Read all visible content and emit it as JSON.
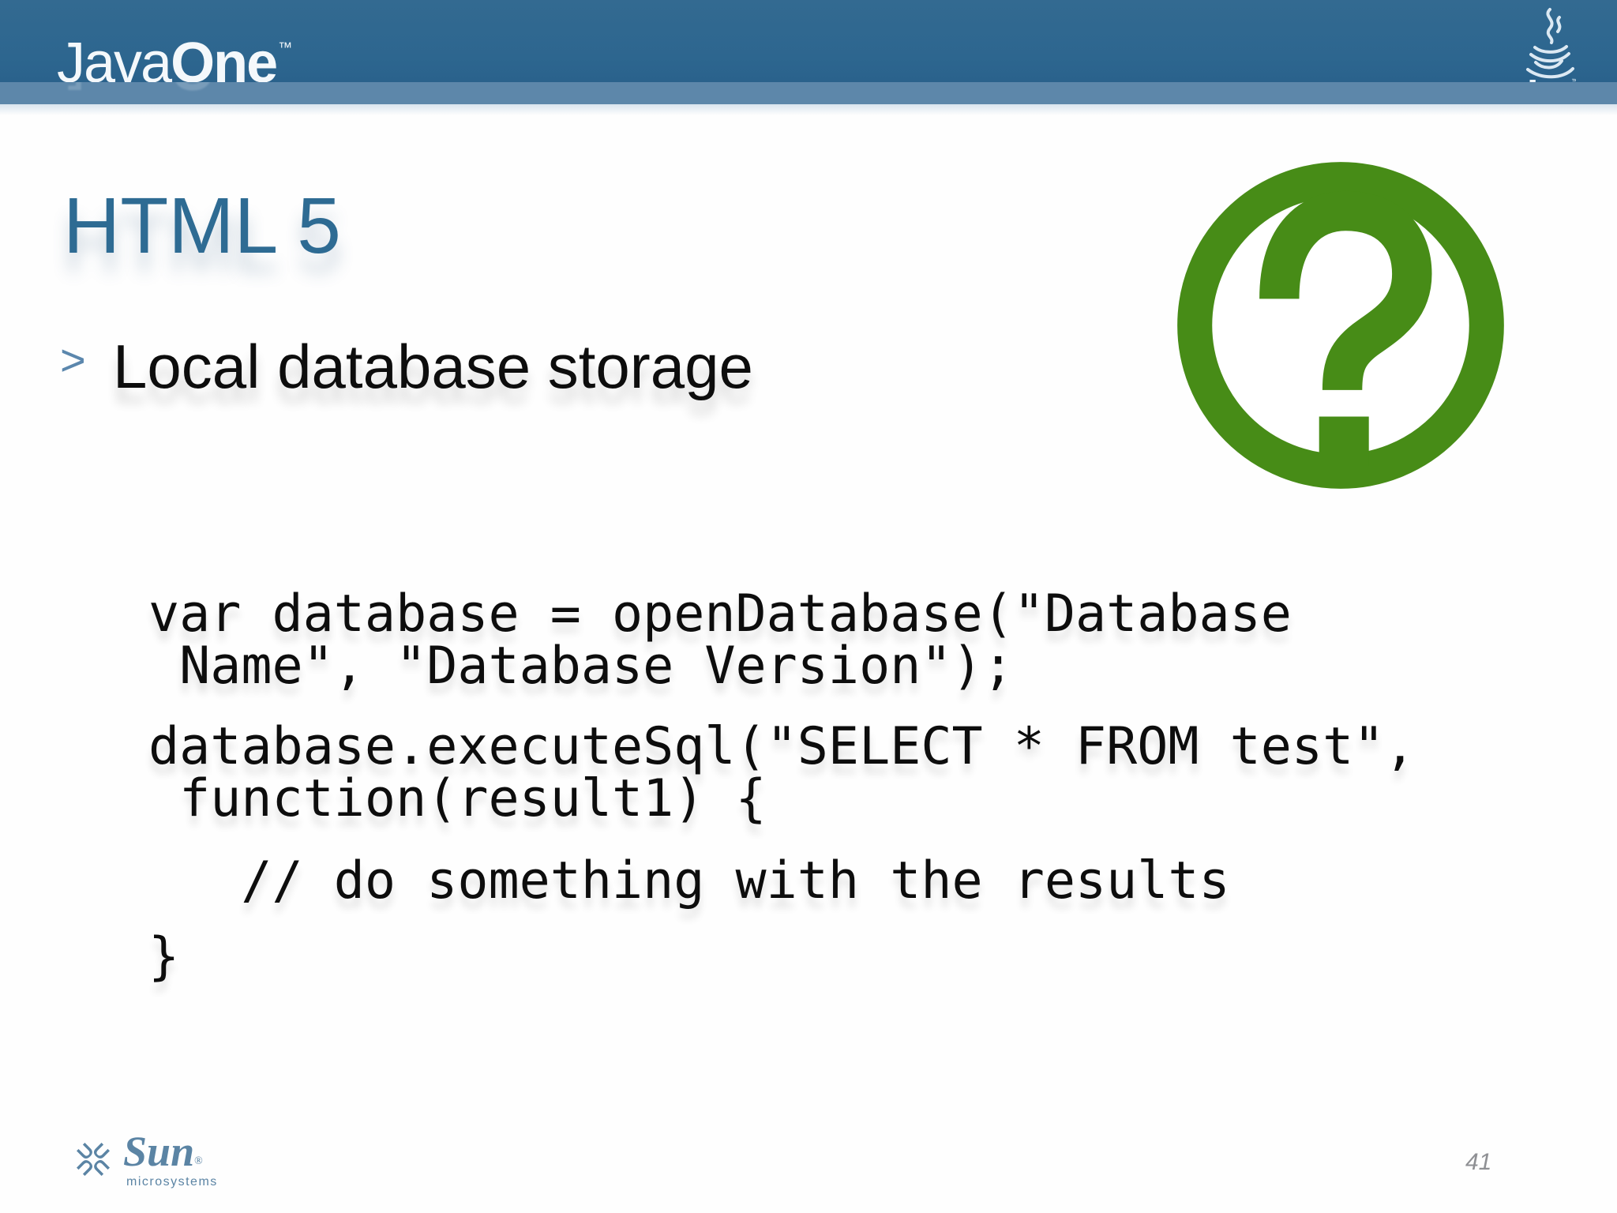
{
  "header": {
    "brand": {
      "java_segment": "Java",
      "one_segment": "One",
      "trademark": "™"
    },
    "java_badge": {
      "label": "Java",
      "trademark": "™"
    }
  },
  "slide": {
    "title": "HTML 5",
    "bullet": {
      "marker": ">",
      "text": "Local database storage"
    },
    "code": [
      {
        "lines": [
          "var database = openDatabase(\"Database",
          " Name\", \"Database Version\");"
        ]
      },
      {
        "lines": [
          "database.executeSql(\"SELECT * FROM test\",",
          " function(result1) {"
        ]
      },
      {
        "lines": [
          "   // do something with the results"
        ]
      },
      {
        "lines": [
          "}"
        ]
      }
    ],
    "page_number": "41"
  },
  "footer": {
    "sun": {
      "name": "Sun",
      "registered": "®",
      "subtitle": "microsystems"
    }
  },
  "colors": {
    "header_dark_blue": "#2d668f",
    "header_light_band": "#5d87aa",
    "title_blue": "#2e6b93",
    "bullet_marker_blue": "#5b87ad",
    "icon_green": "#478c17",
    "sun_blue": "#5b84a4",
    "page_number_gray": "#8f9094",
    "code_text": "#0d0d0d"
  }
}
